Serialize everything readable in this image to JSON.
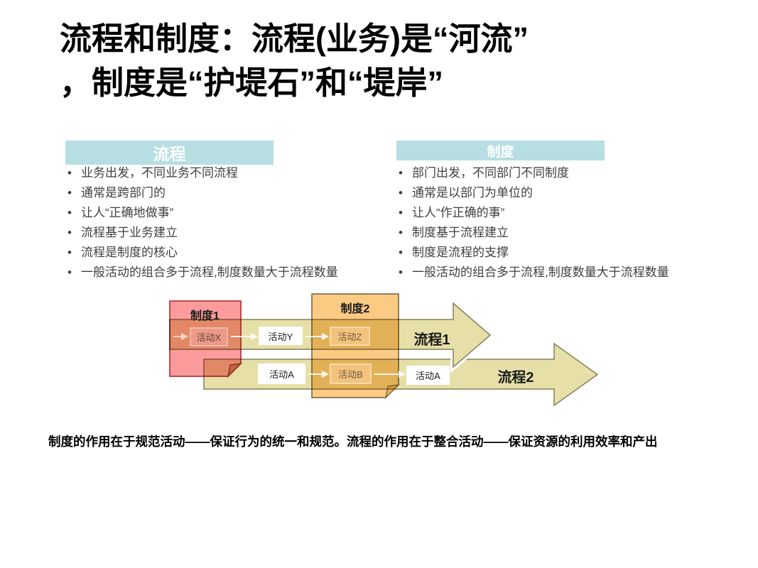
{
  "title": {
    "line1": "流程和制度：流程(业务)是“河流”",
    "line2": "，制度是“护堤石”和“堤岸”"
  },
  "process_panel": {
    "header": "流程",
    "bullets": [
      "业务出发，不同业务不同流程",
      "通常是跨部门的",
      "让人“正确地做事”",
      "流程基于业务建立",
      "流程是制度的核心",
      "一般活动的组合多于流程,制度数量大于流程数量"
    ]
  },
  "policy_panel": {
    "header": "制度",
    "bullets": [
      "部门出发，不同部门不同制度",
      "通常是以部门为单位的",
      "让人“作正确的事”",
      "制度基于流程建立",
      "制度是流程的支撑",
      "一般活动的组合多于流程,制度数量大于流程数量"
    ]
  },
  "diagram": {
    "notes": [
      {
        "label": "制度1"
      },
      {
        "label": "制度2"
      }
    ],
    "flows": [
      {
        "label": "流程1",
        "activities": [
          "活动X",
          "活动Y",
          "活动Z"
        ]
      },
      {
        "label": "流程2",
        "activities": [
          "活动A",
          "活动B",
          "活动A"
        ]
      }
    ]
  },
  "caption": "制度的作用在于规范活动——保证行为的统一和规范。流程的作用在于整合活动——保证资源的利用效率和产出",
  "colors": {
    "panel_header_bg": "#B7DEE2",
    "panel_header_text": "#FFFFFF",
    "note1_fill": "#FB9B9B",
    "note1_border": "#B94B4F",
    "note2_fill": "#FBCA83",
    "note2_border": "#6E5F3C",
    "arrow_fill": "#E6DFA8",
    "arrow_border": "#85815A",
    "bullet_text": "#3F3F3F"
  }
}
